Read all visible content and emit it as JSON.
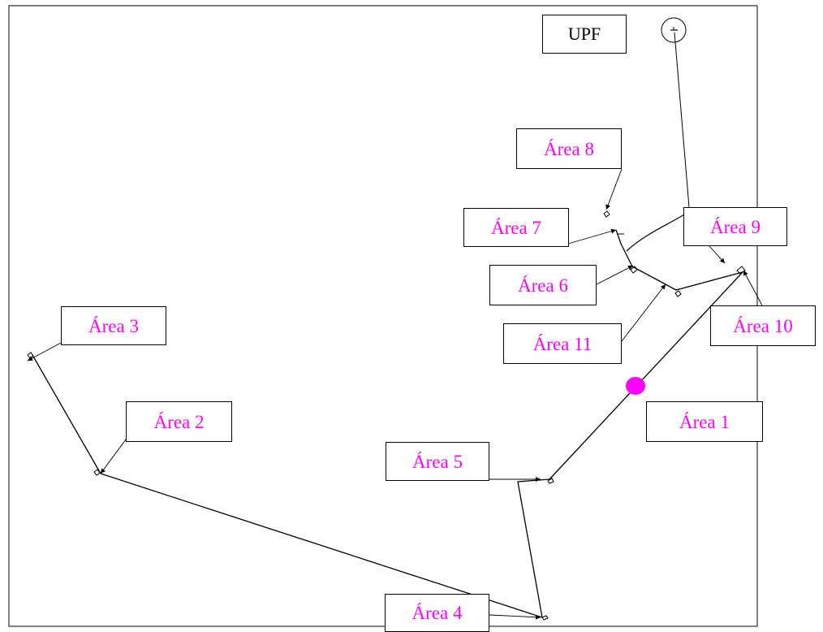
{
  "labels": {
    "upf": "UPF",
    "a1": "Área 1",
    "a2": "Área 2",
    "a3": "Área 3",
    "a4": "Área 4",
    "a5": "Área 5",
    "a6": "Área 6",
    "a7": "Área 7",
    "a8": "Área 8",
    "a9": "Área 9",
    "a10": "Área 10",
    "a11": "Área 11"
  },
  "colors": {
    "label_text": "#ff00ff",
    "marker": "#ff00ff",
    "line": "#000000"
  }
}
